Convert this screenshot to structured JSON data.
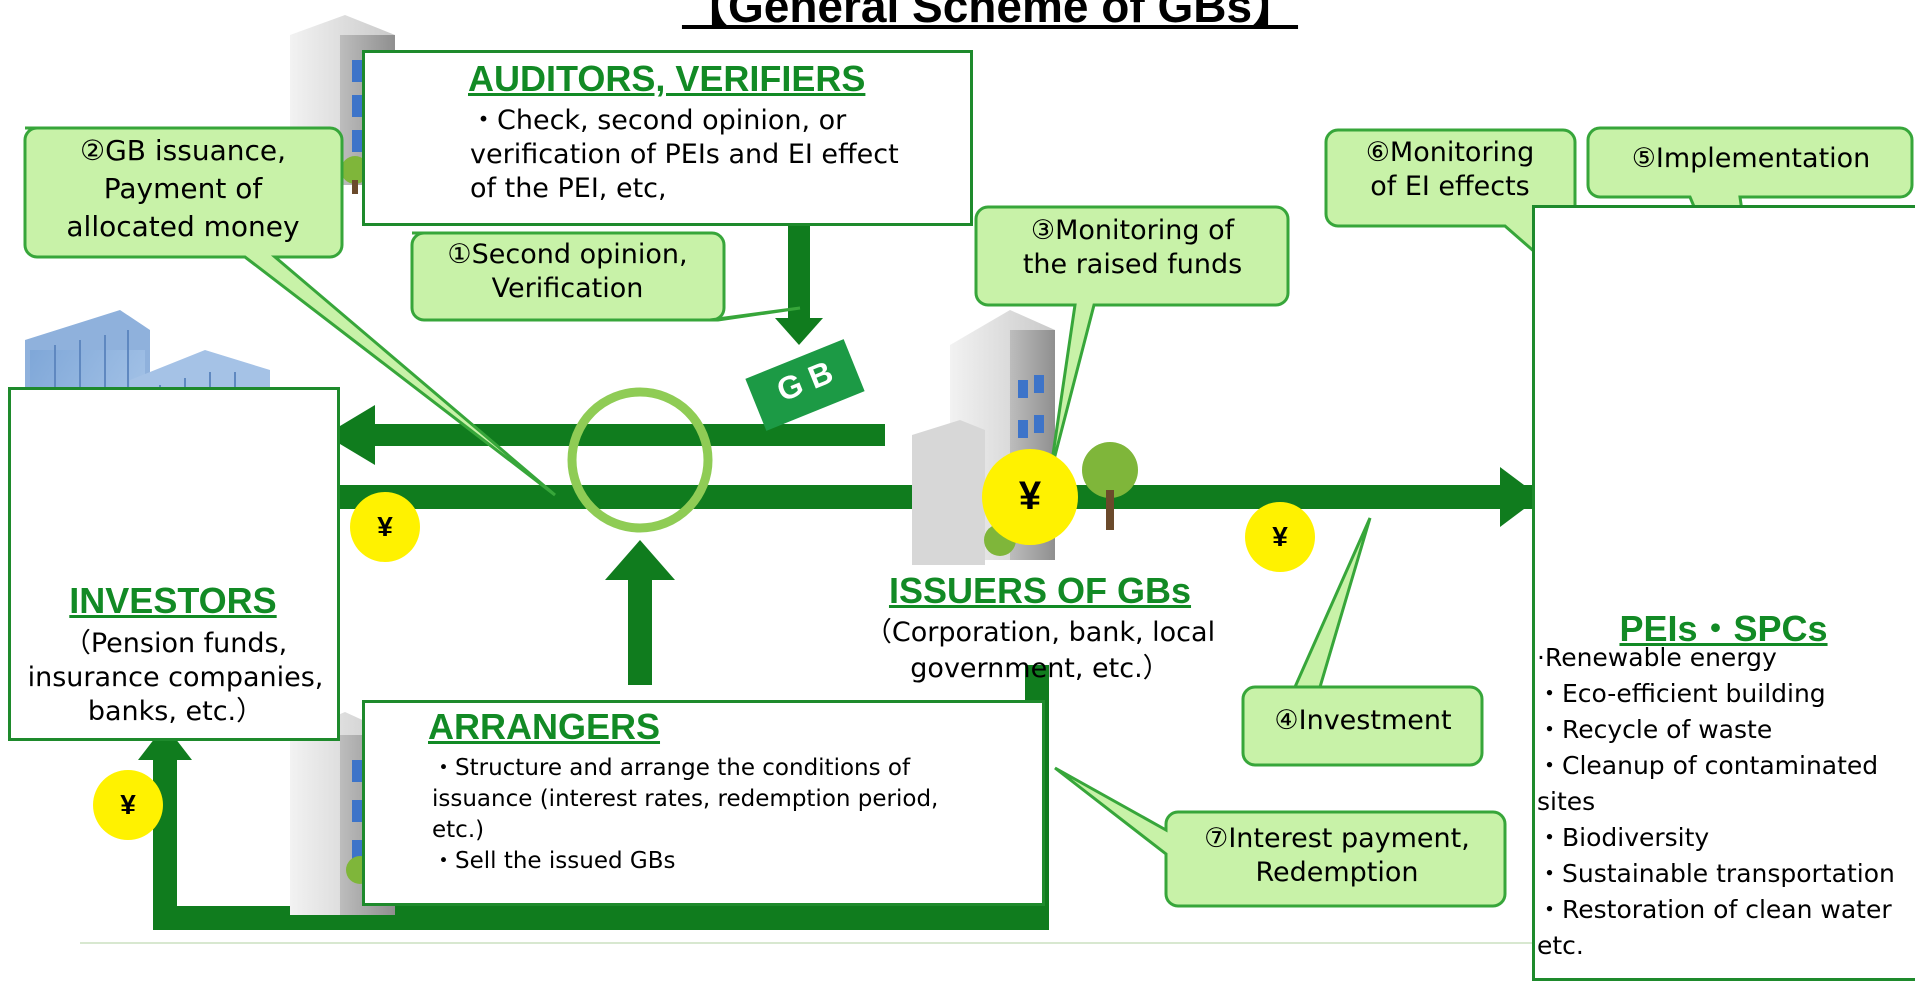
{
  "title": "【General Scheme of GBs】",
  "auditors": {
    "heading": "AUDITORS, VERIFIERS",
    "lines": [
      "・Check, second opinion, or",
      "verification of PEIs and EI effect",
      "of the PEI, etc,"
    ]
  },
  "investors": {
    "heading": "INVESTORS",
    "lines": [
      "（Pension funds,",
      "insurance companies,",
      "banks, etc.）"
    ]
  },
  "issuers": {
    "heading": "ISSUERS OF GBs",
    "lines": [
      "（Corporation, bank, local",
      "government, etc.）"
    ]
  },
  "arrangers": {
    "heading": "ARRANGERS",
    "lines": [
      "・Structure and arrange the conditions of",
      "issuance (interest rates, redemption period,",
      "etc.)",
      "・Sell the issued GBs"
    ]
  },
  "peis": {
    "heading": "PEIs・SPCs",
    "items": [
      "·Renewable energy",
      "・Eco-efficient building",
      "・Recycle of waste",
      "・Cleanup of contaminated",
      "sites",
      "・Biodiversity",
      "・Sustainable transportation",
      "・Restoration of clean water",
      "etc."
    ]
  },
  "callouts": {
    "gb_issuance": [
      "②GB issuance,",
      "Payment of",
      "allocated money"
    ],
    "second_opinion": [
      "①Second opinion,",
      "Verification"
    ],
    "monitoring_funds": [
      "③Monitoring of",
      "the raised funds"
    ],
    "monitoring_ei": [
      "⑥Monitoring",
      "of EI effects"
    ],
    "implementation": [
      "⑤Implementation"
    ],
    "investment": [
      "④Investment"
    ],
    "interest": [
      "⑦Interest payment,",
      "Redemption"
    ]
  },
  "gb_badge": "G B",
  "yen": "¥",
  "colors": {
    "arrow_green": "#107c1e",
    "box_border": "#1e8a2c",
    "heading_green": "#128a25",
    "callout_fill": "#c8f2a8",
    "callout_border": "#37a63a",
    "yen_yellow": "#fff200",
    "circle_ring": "#8fcc55"
  }
}
